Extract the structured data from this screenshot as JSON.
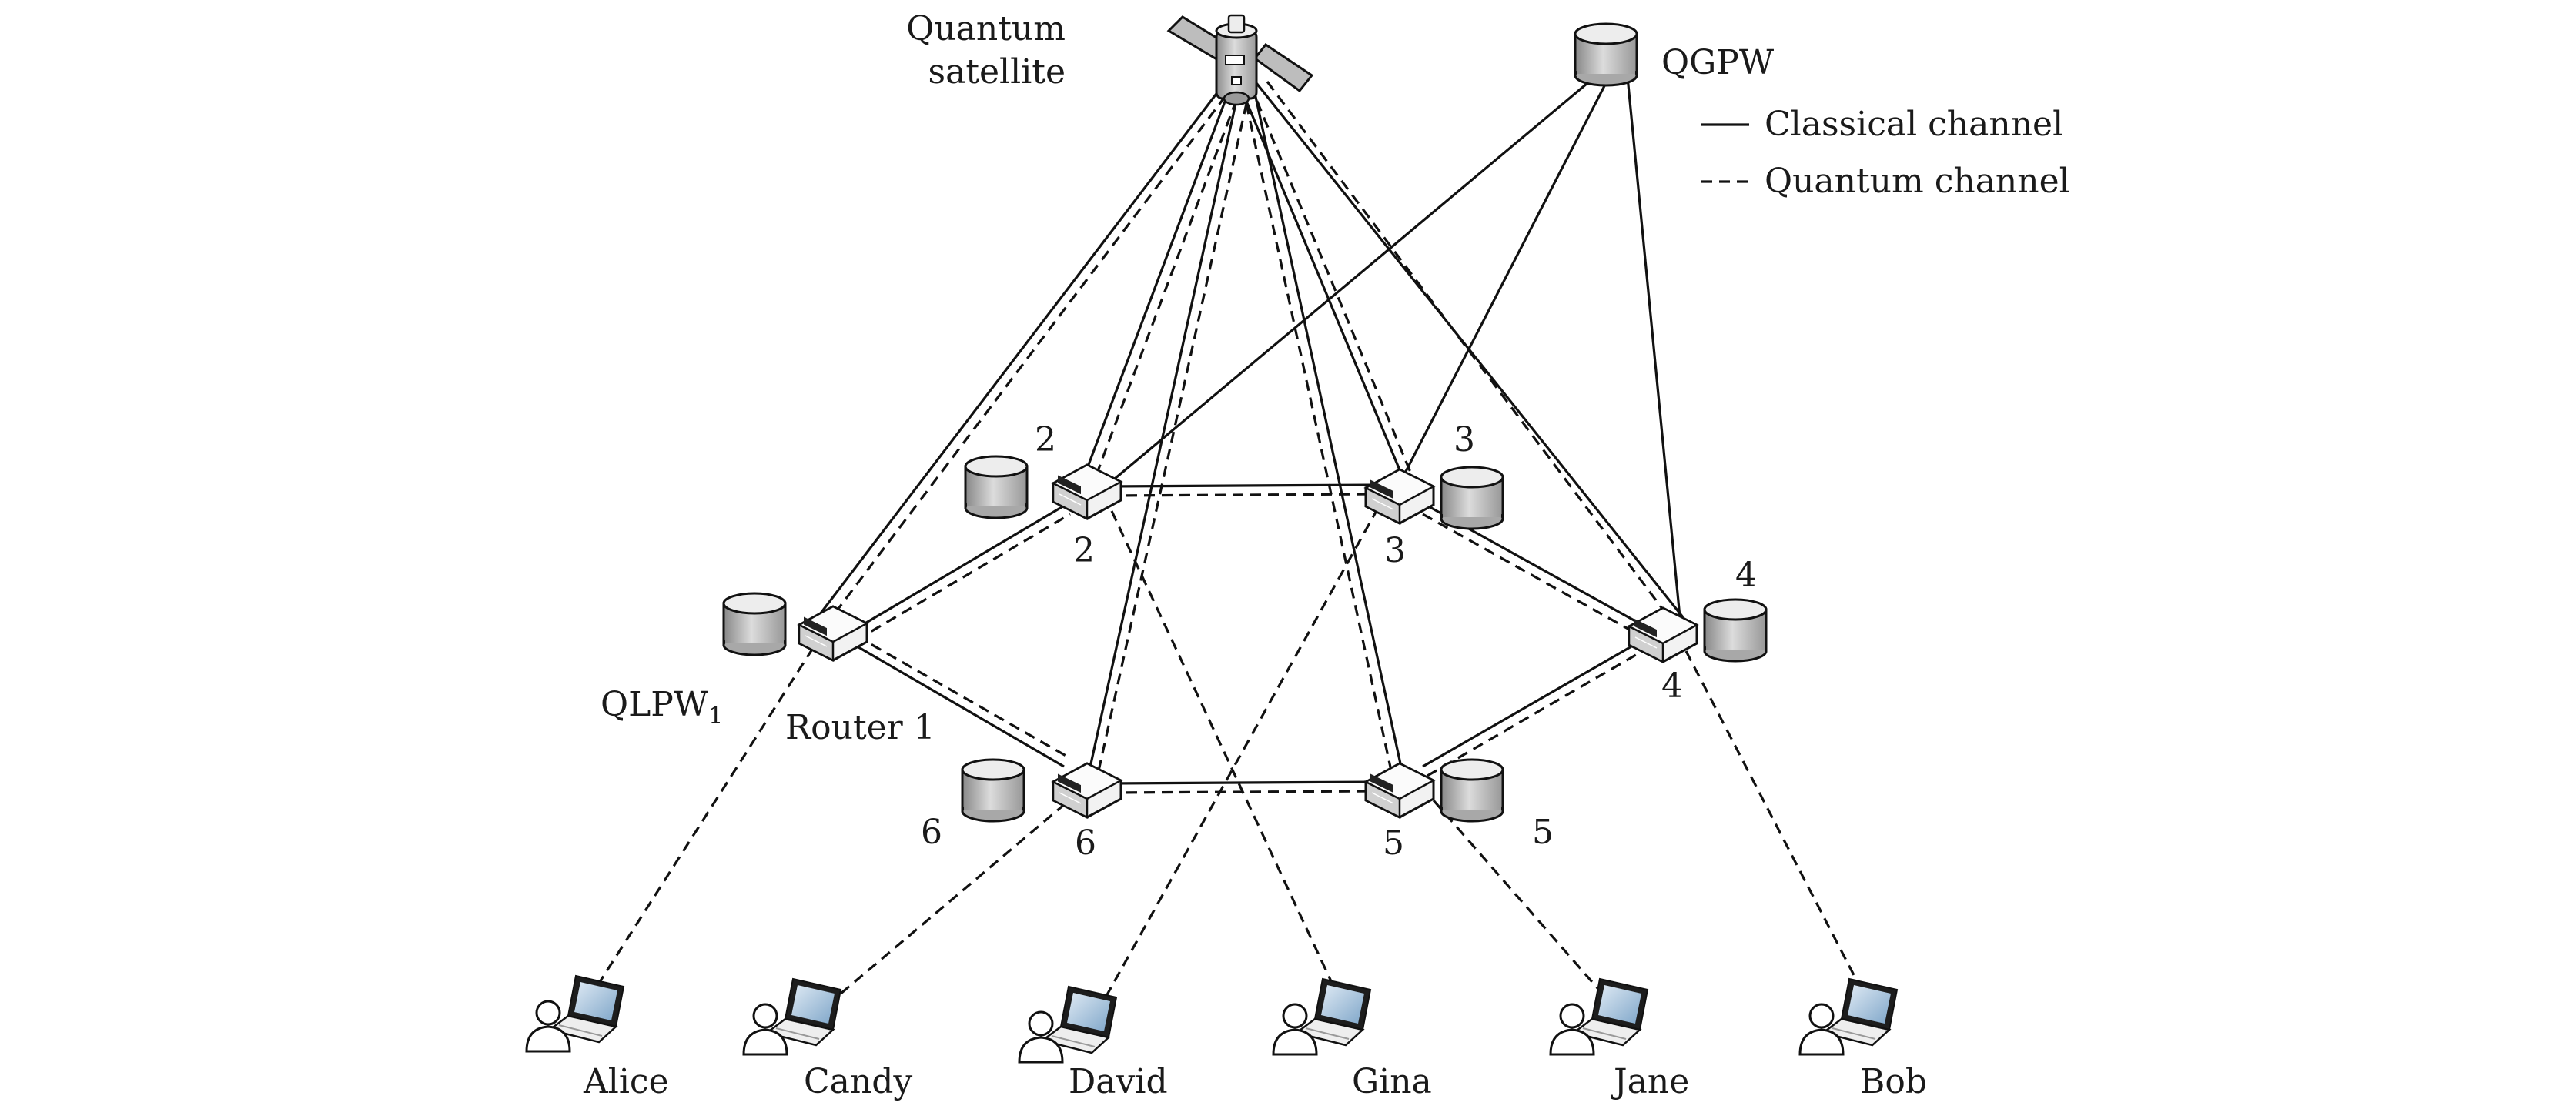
{
  "labels": {
    "satellite_line1": "Quantum",
    "satellite_line2": "satellite",
    "qgpw": "QGPW",
    "qlpw": "QLPW",
    "qlpw_sub": "1",
    "router1": "Router 1",
    "router2": "2",
    "router3": "3",
    "router4": "4",
    "router5": "5",
    "router6": "6",
    "server2": "2",
    "server3": "3",
    "server4": "4",
    "server5": "5",
    "server6": "6"
  },
  "legend": {
    "classical": "Classical channel",
    "quantum": "Quantum channel"
  },
  "users": [
    "Alice",
    "Candy",
    "David",
    "Gina",
    "Jane",
    "Bob"
  ],
  "icons": {
    "satellite": "satellite-icon",
    "server": "database-server-icon",
    "router": "router-icon",
    "user": "laptop-user-icon"
  },
  "colors": {
    "line": "#111111",
    "device_light": "#f4f4f4",
    "device_dark": "#9a9a9a",
    "screen": "#8fb6d8"
  }
}
